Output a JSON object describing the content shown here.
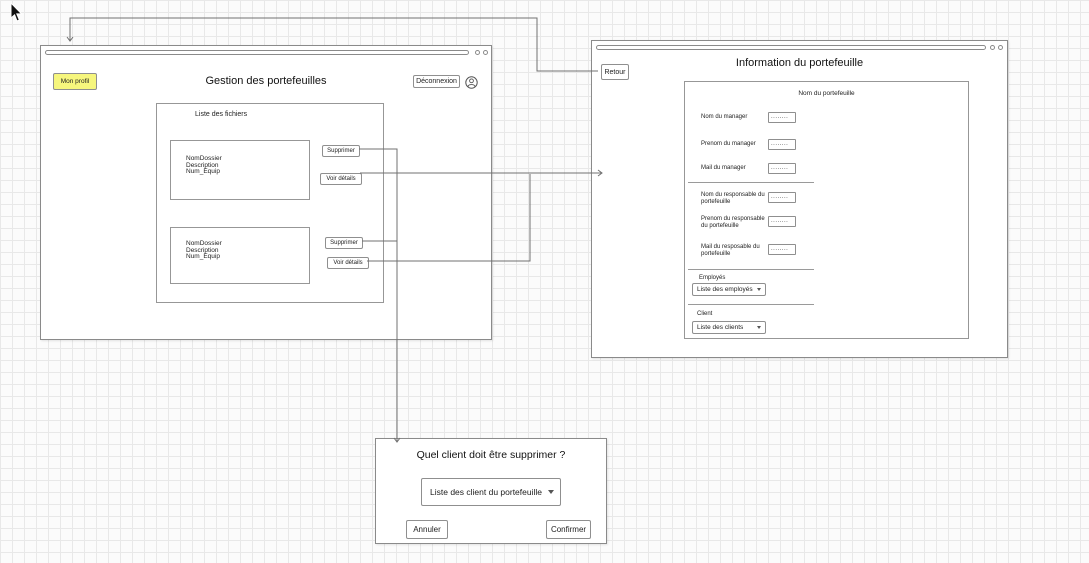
{
  "colors": {
    "profile-highlight": "#f6f67d",
    "wire-border": "#8a8a8a",
    "connector": "#707070"
  },
  "cursor": {
    "icon": "arrow-cursor"
  },
  "gestion_window": {
    "title": "Gestion des portefeuilles",
    "profile_button": "Mon profil",
    "logout_button": "Déconnexion",
    "files_panel": {
      "title": "Liste des fichiers",
      "items": [
        {
          "name": "NomDossier",
          "description": "Description",
          "team": "Num_Equip",
          "delete_button": "Supprimer",
          "details_button": "Voir détails"
        },
        {
          "name": "NomDossier",
          "description": "Description",
          "team": "Num_Equip",
          "delete_button": "Supprimer",
          "details_button": "Voir détails"
        }
      ]
    }
  },
  "info_window": {
    "title": "Information du portefeuille",
    "back_button": "Retour",
    "portfolio_panel": {
      "title": "Nom du portefeuille",
      "fields": [
        {
          "label": "Nom du manager",
          "value": "........"
        },
        {
          "label": "Prenom du manager",
          "value": "........"
        },
        {
          "label": "Mail du manager",
          "value": "........"
        },
        {
          "label": "Nom du responsable du portefeuille",
          "value": "........"
        },
        {
          "label": "Prenom du responsable du portefeuille",
          "value": "........"
        },
        {
          "label": "Mail du resposable du portefeuille",
          "value": "........"
        }
      ],
      "employees_label": "Employés",
      "employees_select": "Liste des employés",
      "client_label": "Client",
      "client_select": "Liste des clients"
    }
  },
  "delete_dialog": {
    "title": "Quel client doit être supprimer ?",
    "select_value": "Liste des client du portefeuille",
    "cancel_button": "Annuler",
    "confirm_button": "Confirmer"
  }
}
